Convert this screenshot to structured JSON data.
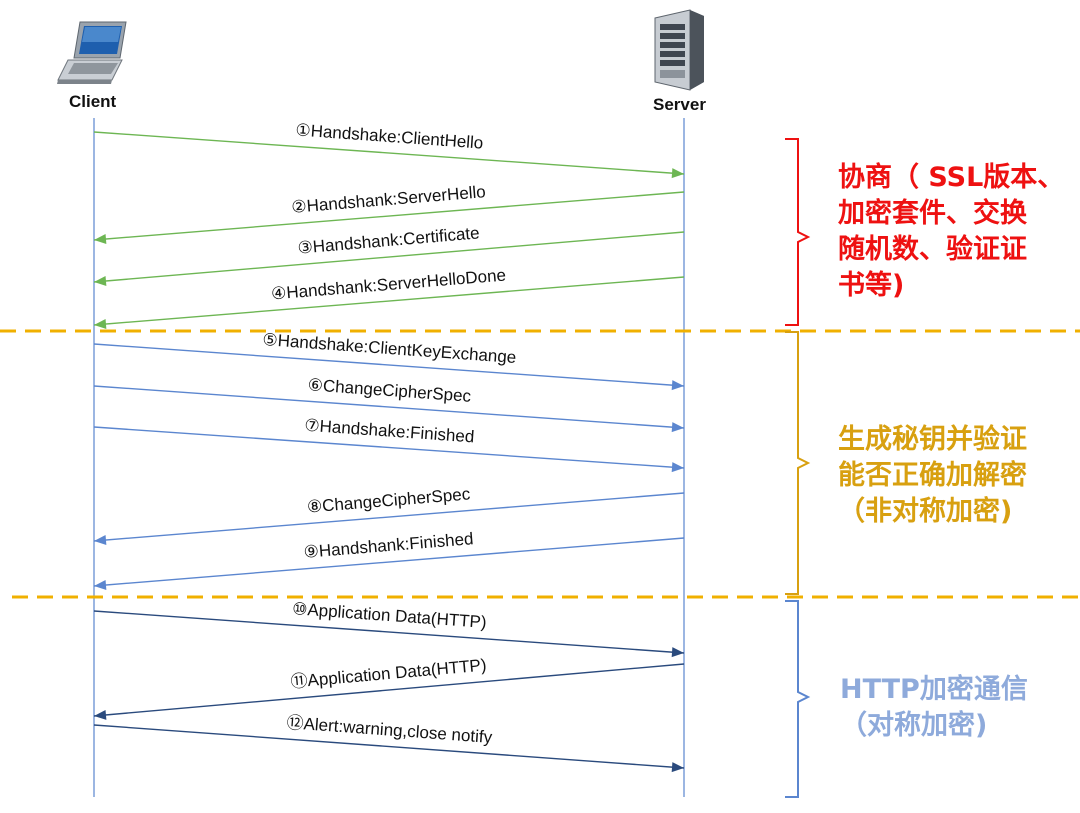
{
  "participants": {
    "client": "Client",
    "server": "Server"
  },
  "messages": [
    {
      "label": "①Handshake:ClientHello",
      "direction": "to-server",
      "color": "#6db653"
    },
    {
      "label": "②Handshank:ServerHello",
      "direction": "to-client",
      "color": "#6db653"
    },
    {
      "label": "③Handshank:Certificate",
      "direction": "to-client",
      "color": "#6db653"
    },
    {
      "label": "④Handshank:ServerHelloDone",
      "direction": "to-client",
      "color": "#6db653"
    },
    {
      "label": "⑤Handshake:ClientKeyExchange",
      "direction": "to-server",
      "color": "#5b86cf"
    },
    {
      "label": "⑥ChangeCipherSpec",
      "direction": "to-server",
      "color": "#5b86cf"
    },
    {
      "label": "⑦Handshake:Finished",
      "direction": "to-server",
      "color": "#5b86cf"
    },
    {
      "label": "⑧ChangeCipherSpec",
      "direction": "to-client",
      "color": "#5b86cf"
    },
    {
      "label": "⑨Handshank:Finished",
      "direction": "to-client",
      "color": "#5b86cf"
    },
    {
      "label": "⑩Application Data(HTTP)",
      "direction": "to-server",
      "color": "#2a4a7d"
    },
    {
      "label": "⑪Application Data(HTTP)",
      "direction": "to-client",
      "color": "#2a4a7d"
    },
    {
      "label": "⑫Alert:warning,close notify",
      "direction": "to-server",
      "color": "#2a4a7d"
    }
  ],
  "phases": [
    {
      "lines": [
        "协商（ SSL版本、",
        "加密套件、交换",
        "随机数、验证证",
        "书等)"
      ],
      "color": "#ee1111"
    },
    {
      "lines": [
        "生成秘钥并验证",
        "能否正确加解密",
        "（非对称加密)"
      ],
      "color": "#d8a010"
    },
    {
      "lines": [
        "HTTP加密通信",
        "（对称加密)"
      ],
      "color": "#8eaadb"
    }
  ],
  "separator_color": "#f0b000"
}
